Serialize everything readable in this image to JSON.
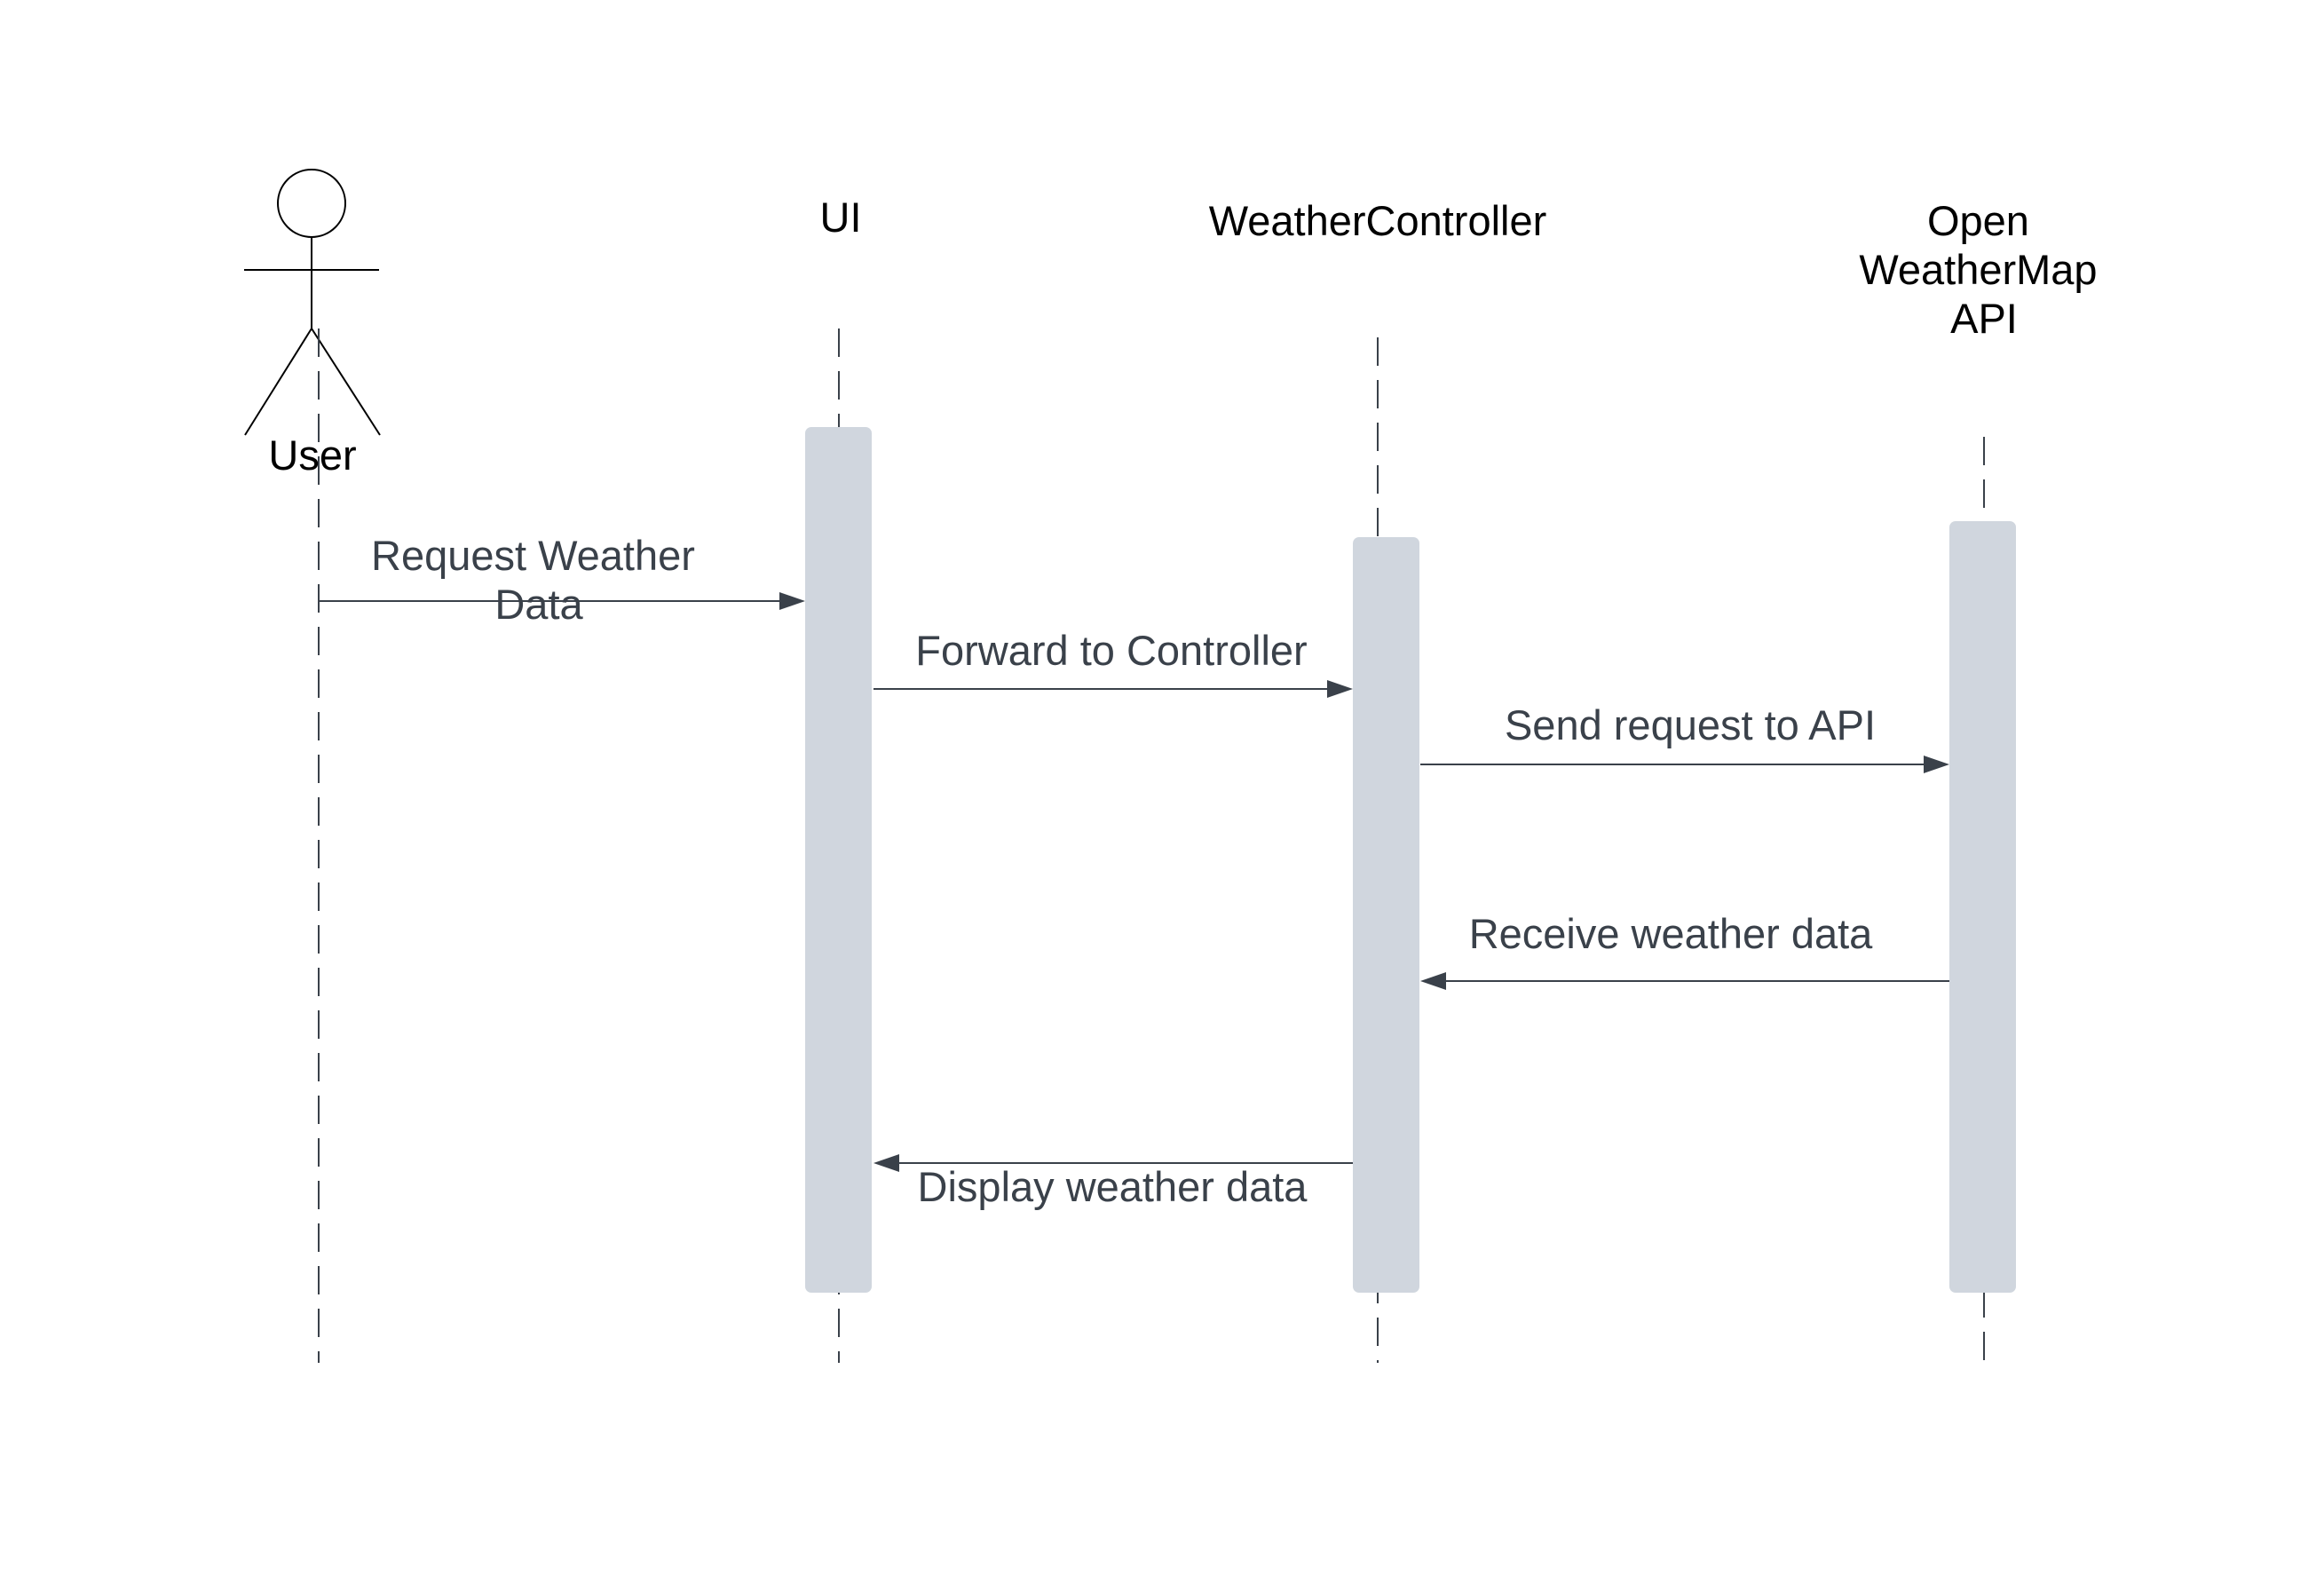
{
  "participants": [
    {
      "id": "user",
      "label_lines": [
        "User"
      ],
      "kind": "actor"
    },
    {
      "id": "ui",
      "label_lines": [
        "UI"
      ],
      "kind": "object"
    },
    {
      "id": "controller",
      "label_lines": [
        "WeatherController"
      ],
      "kind": "object"
    },
    {
      "id": "api",
      "label_lines": [
        "Open",
        "WeatherMap",
        "API"
      ],
      "kind": "object"
    }
  ],
  "messages": [
    {
      "id": "request-weather-data",
      "from": "user",
      "to": "ui",
      "label_lines": [
        "Request Weather",
        "Data"
      ],
      "kind": "call"
    },
    {
      "id": "forward-to-controller",
      "from": "ui",
      "to": "controller",
      "label_lines": [
        "Forward to Controller"
      ],
      "kind": "call"
    },
    {
      "id": "send-request-to-api",
      "from": "controller",
      "to": "api",
      "label_lines": [
        "Send request to API"
      ],
      "kind": "call"
    },
    {
      "id": "receive-weather-data",
      "from": "api",
      "to": "controller",
      "label_lines": [
        "Receive weather data"
      ],
      "kind": "return"
    },
    {
      "id": "display-weather-data",
      "from": "controller",
      "to": "ui",
      "label_lines": [
        "Display weather data"
      ],
      "kind": "return"
    }
  ],
  "colors": {
    "activation_fill": "#d0d6de",
    "line": "#3a414a",
    "participant_text": "#000000",
    "message_text": "#3a414a"
  }
}
